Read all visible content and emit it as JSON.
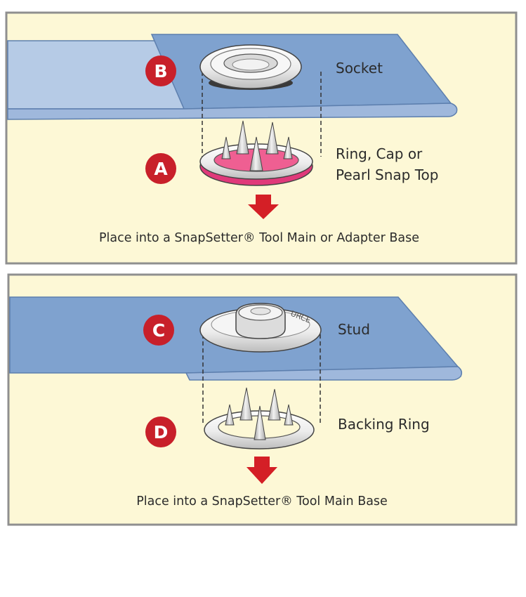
{
  "panel_top": {
    "badges": {
      "socket": "B",
      "ring": "A"
    },
    "labels": {
      "socket": "Socket",
      "ring_line1": "Ring, Cap or",
      "ring_line2": "Pearl Snap Top"
    },
    "instruction": "Place into a SnapSetter® Tool Main or Adapter Base"
  },
  "panel_bottom": {
    "badges": {
      "stud": "C",
      "backing": "D"
    },
    "labels": {
      "stud": "Stud",
      "backing": "Backing Ring",
      "stud_emboss": "URCE"
    },
    "instruction": "Place into a SnapSetter® Tool Main Base"
  },
  "colors": {
    "panel_bg": "#fdf8d6",
    "panel_border": "#8f8f8f",
    "fabric_top": "#7fa2cf",
    "fabric_back": "#b6cbe6",
    "fabric_edge": "#5d7fae",
    "badge": "#c8202a",
    "arrow": "#d41f26",
    "prong_pink": "#ef5f92",
    "rim_magenta": "#e0397a",
    "metal": "#f4f4f4",
    "metal_shadow": "#c9c9c9"
  }
}
